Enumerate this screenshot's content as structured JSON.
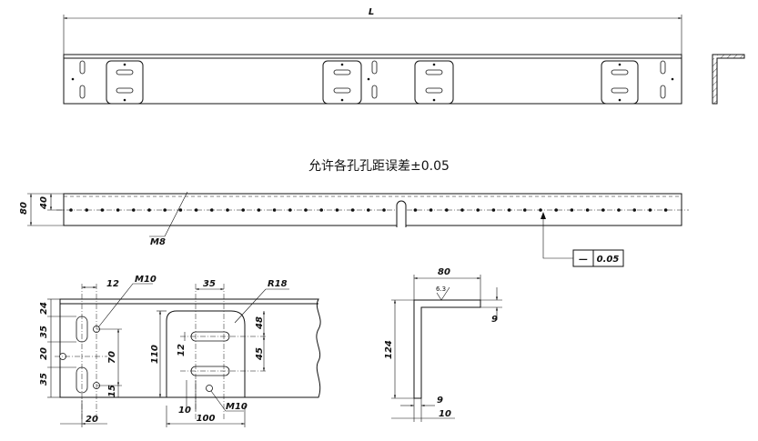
{
  "tolerance_note": "允许各孔孔距误差±0.05",
  "top_view": {
    "length_label": "L"
  },
  "front_view": {
    "height_label": "80",
    "hole_line_label": "40",
    "thread_label": "M8",
    "tolerance_frame": {
      "symbol": "—",
      "value": "0.05"
    }
  },
  "detail_view": {
    "dim_12": "12",
    "dim_m10_top": "M10",
    "dim_35_top": "35",
    "dim_r18": "R18",
    "dim_24": "24",
    "dim_35_a": "35",
    "dim_20_left": "20",
    "dim_35_b": "35",
    "dim_70": "70",
    "dim_15": "15",
    "dim_110": "110",
    "dim_48": "48",
    "dim_12_slot": "12",
    "dim_45": "45",
    "dim_10": "10",
    "dim_100": "100",
    "dim_m10_bottom": "M10",
    "dim_20_bottom": "20"
  },
  "section_view": {
    "dim_80": "80",
    "dim_9_right": "9",
    "dim_124": "124",
    "dim_9_bottom": "9",
    "dim_10": "10",
    "surface_finish": "6.3"
  }
}
